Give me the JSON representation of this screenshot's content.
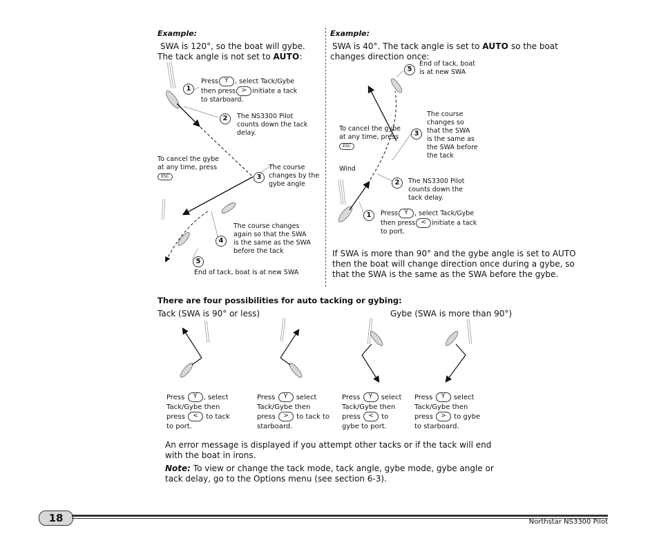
{
  "left_example": {
    "heading": "Example:",
    "line1": "SWA is 120°, so the boat will gybe.",
    "line2_pre": "The tack angle is not set to ",
    "line2_auto": "AUTO",
    "line2_post": ":",
    "step1": {
      "number": "1",
      "a": "Press",
      "b": ", select Tack/Gybe",
      "c": "then press",
      "d": "initiate a tack",
      "e": "to starboard."
    },
    "step2": {
      "number": "2",
      "lines": [
        "The NS3300 Pilot",
        "counts down the tack",
        "delay."
      ]
    },
    "cancel": {
      "lines": [
        "To cancel the gybe",
        "at any time, press"
      ],
      "key": "ESC"
    },
    "step3": {
      "number": "3",
      "lines": [
        "The course",
        "changes by the",
        "gybe angle"
      ]
    },
    "step4": {
      "number": "4",
      "lines": [
        "The course changes",
        "again so that the SWA",
        "is the same as the SWA",
        "before the tack"
      ]
    },
    "step5": {
      "number": "5",
      "text": "End of tack, boat is at new SWA"
    }
  },
  "right_example": {
    "heading": "Example:",
    "line1_pre": "SWA is 40°. The tack angle is set to ",
    "line1_auto": "AUTO",
    "line1_post": " so the boat",
    "line2": "changes direction once:",
    "step5": {
      "number": "5",
      "lines": [
        "End of tack, boat",
        "is at new SWA"
      ]
    },
    "cancel": {
      "lines": [
        "To cancel the gybe",
        "at any time, press"
      ],
      "key": "ESC"
    },
    "step3": {
      "number": "3",
      "lines": [
        "The course",
        "changes so",
        "that the SWA",
        "is the same as",
        "the SWA before",
        "the tack"
      ]
    },
    "wind": "Wind",
    "step2": {
      "number": "2",
      "lines": [
        "The NS3300 Pilot",
        "counts down the",
        "tack delay."
      ]
    },
    "step1": {
      "number": "1",
      "a": "Press",
      "b": ", select Tack/Gybe",
      "c": "then press",
      "d": "initiate a tack",
      "e": "to port."
    },
    "para": [
      "If SWA is more than 90° and the gybe angle is set to AUTO",
      "then the boat will change direction once during a gybe, so",
      "that the SWA is the same as the SWA before the gybe."
    ]
  },
  "possibilities": {
    "heading": "There are four possibilities for auto tacking or gybing:",
    "tack_label": "Tack (SWA is 90° or less)",
    "gybe_label": "Gybe (SWA is more than 90°)",
    "captions": [
      {
        "l1a": "Press",
        "l1b": ", select",
        "l2": "Tack/Gybe then",
        "l3a": "press",
        "l3b": "to tack",
        "l4": "to port.",
        "key": "left"
      },
      {
        "l1a": "Press",
        "l1b": "select",
        "l2": "Tack/Gybe then",
        "l3a": "press",
        "l3b": "to tack to",
        "l4": "starboard.",
        "key": "right"
      },
      {
        "l1a": "Press",
        "l1b": "select",
        "l2": "Tack/Gybe then",
        "l3a": "press",
        "l3b": "to",
        "l4": "gybe to port.",
        "key": "left"
      },
      {
        "l1a": "Press",
        "l1b": "select",
        "l2": "Tack/Gybe then",
        "l3a": "press",
        "l3b": "to gybe",
        "l4": "to starboard.",
        "key": "right"
      }
    ]
  },
  "error_text": [
    "An error message is displayed if you attempt other tacks or if the tack will end",
    "with the boat in irons."
  ],
  "note": {
    "label": "Note:",
    "lines": [
      " To view or change the tack mode, tack angle, gybe mode, gybe angle or",
      "tack delay, go to the Options menu (see section 6-3)."
    ]
  },
  "footer": {
    "page": "18",
    "title": "Northstar NS3300 Pilot"
  }
}
